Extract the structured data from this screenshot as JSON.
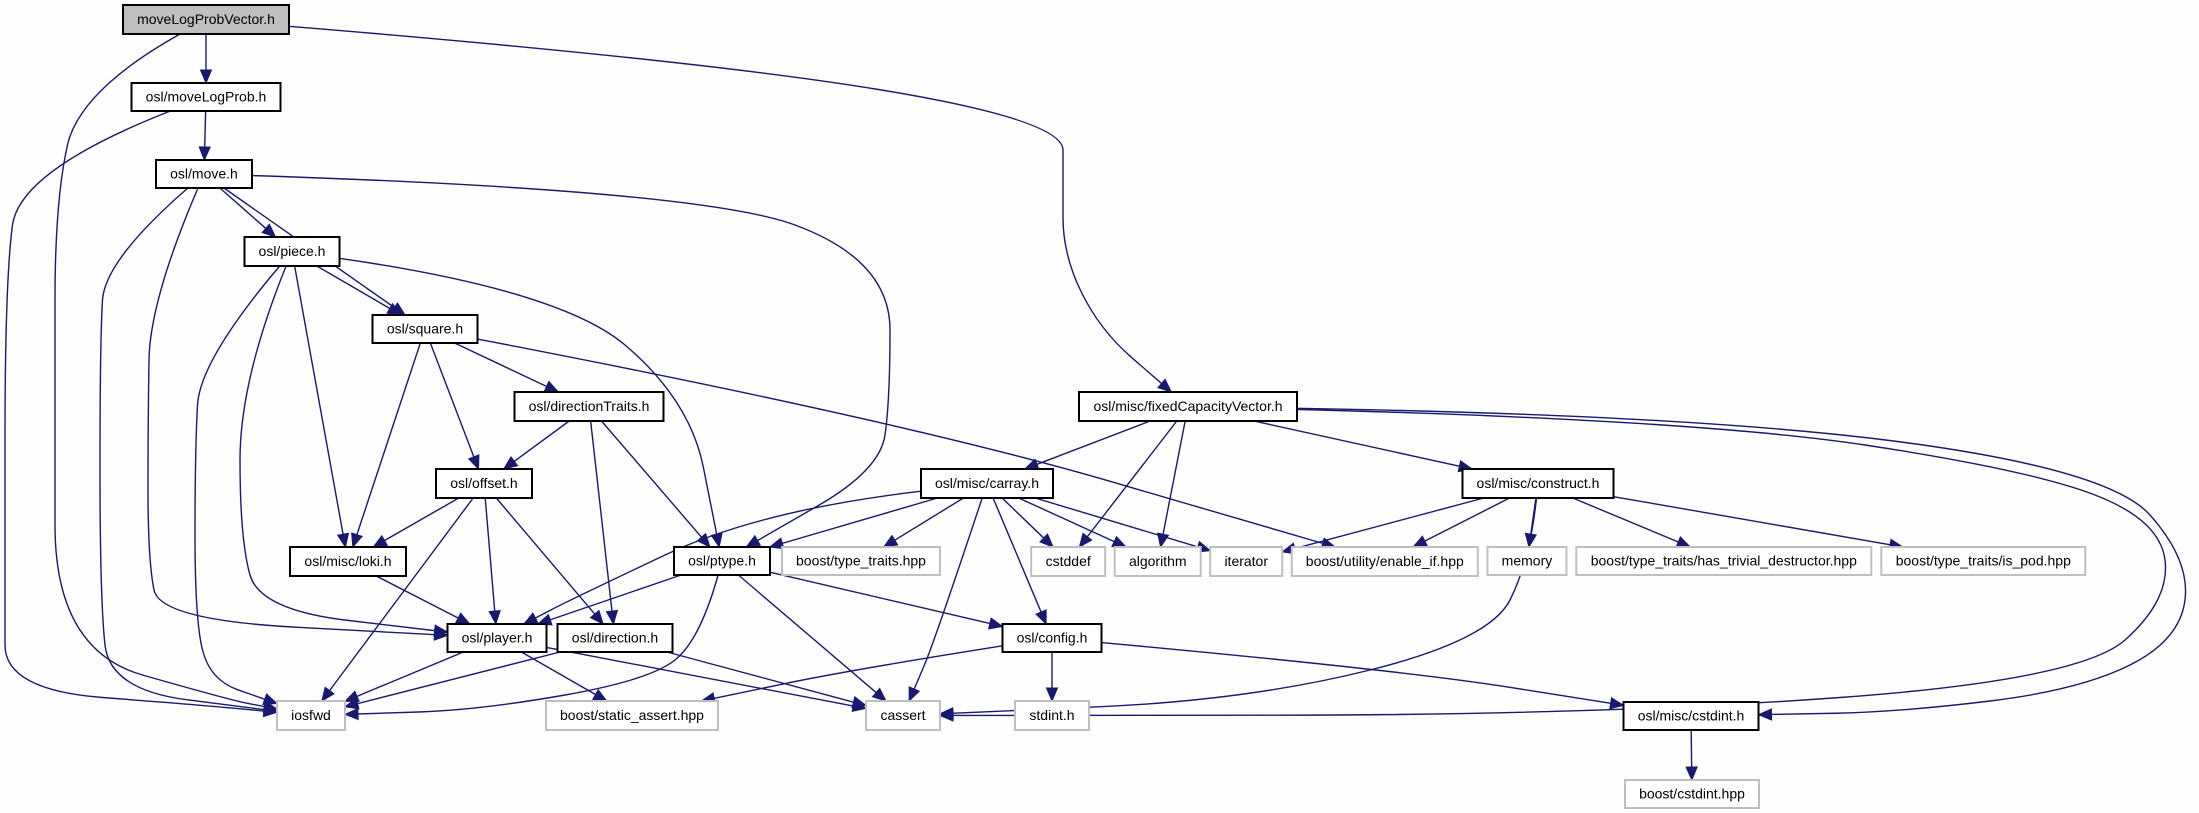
{
  "graph": {
    "title": "moveLogProbVector.h",
    "colors": {
      "edge": "#191970",
      "root_fill": "#bfbfbf",
      "local_border": "#000000",
      "external_border": "#bfbfbf"
    },
    "nodes": [
      {
        "id": "mlpv",
        "label": "moveLogProbVector.h",
        "kind": "root"
      },
      {
        "id": "mlp",
        "label": "osl/moveLogProb.h",
        "kind": "local"
      },
      {
        "id": "move",
        "label": "osl/move.h",
        "kind": "local"
      },
      {
        "id": "piece",
        "label": "osl/piece.h",
        "kind": "local"
      },
      {
        "id": "square",
        "label": "osl/square.h",
        "kind": "local"
      },
      {
        "id": "dirtraits",
        "label": "osl/directionTraits.h",
        "kind": "local"
      },
      {
        "id": "offset",
        "label": "osl/offset.h",
        "kind": "local"
      },
      {
        "id": "loki",
        "label": "osl/misc/loki.h",
        "kind": "local"
      },
      {
        "id": "ptype",
        "label": "osl/ptype.h",
        "kind": "local"
      },
      {
        "id": "player",
        "label": "osl/player.h",
        "kind": "local"
      },
      {
        "id": "direction",
        "label": "osl/direction.h",
        "kind": "local"
      },
      {
        "id": "fcv",
        "label": "osl/misc/fixedCapacityVector.h",
        "kind": "local"
      },
      {
        "id": "carray",
        "label": "osl/misc/carray.h",
        "kind": "local"
      },
      {
        "id": "construct",
        "label": "osl/misc/construct.h",
        "kind": "local"
      },
      {
        "id": "config",
        "label": "osl/config.h",
        "kind": "local"
      },
      {
        "id": "cstdint",
        "label": "osl/misc/cstdint.h",
        "kind": "local"
      },
      {
        "id": "iosfwd",
        "label": "iosfwd",
        "kind": "external"
      },
      {
        "id": "static_assert",
        "label": "boost/static_assert.hpp",
        "kind": "external"
      },
      {
        "id": "cassert",
        "label": "cassert",
        "kind": "external"
      },
      {
        "id": "stdint",
        "label": "stdint.h",
        "kind": "external"
      },
      {
        "id": "boost_cstdint",
        "label": "boost/cstdint.hpp",
        "kind": "external"
      },
      {
        "id": "type_traits",
        "label": "boost/type_traits.hpp",
        "kind": "external"
      },
      {
        "id": "cstddef",
        "label": "cstddef",
        "kind": "external"
      },
      {
        "id": "algorithm",
        "label": "algorithm",
        "kind": "external"
      },
      {
        "id": "iterator",
        "label": "iterator",
        "kind": "external"
      },
      {
        "id": "enable_if",
        "label": "boost/utility/enable_if.hpp",
        "kind": "external"
      },
      {
        "id": "memory",
        "label": "memory",
        "kind": "external"
      },
      {
        "id": "htd",
        "label": "boost/type_traits/has_trivial_destructor.hpp",
        "kind": "external"
      },
      {
        "id": "is_pod",
        "label": "boost/type_traits/is_pod.hpp",
        "kind": "external"
      }
    ],
    "edges": [
      [
        "mlpv",
        "mlp"
      ],
      [
        "mlpv",
        "iosfwd"
      ],
      [
        "mlpv",
        "fcv"
      ],
      [
        "mlp",
        "move"
      ],
      [
        "mlp",
        "iosfwd"
      ],
      [
        "move",
        "piece"
      ],
      [
        "move",
        "square"
      ],
      [
        "move",
        "ptype"
      ],
      [
        "move",
        "player"
      ],
      [
        "move",
        "iosfwd"
      ],
      [
        "piece",
        "square"
      ],
      [
        "piece",
        "loki"
      ],
      [
        "piece",
        "ptype"
      ],
      [
        "piece",
        "player"
      ],
      [
        "piece",
        "iosfwd"
      ],
      [
        "square",
        "dirtraits"
      ],
      [
        "square",
        "offset"
      ],
      [
        "square",
        "loki"
      ],
      [
        "square",
        "enable_if"
      ],
      [
        "dirtraits",
        "offset"
      ],
      [
        "dirtraits",
        "direction"
      ],
      [
        "dirtraits",
        "ptype"
      ],
      [
        "offset",
        "loki"
      ],
      [
        "offset",
        "player"
      ],
      [
        "offset",
        "direction"
      ],
      [
        "offset",
        "iosfwd"
      ],
      [
        "loki",
        "player"
      ],
      [
        "ptype",
        "player"
      ],
      [
        "ptype",
        "config"
      ],
      [
        "ptype",
        "cassert"
      ],
      [
        "ptype",
        "iosfwd"
      ],
      [
        "player",
        "iosfwd"
      ],
      [
        "player",
        "static_assert"
      ],
      [
        "player",
        "cassert"
      ],
      [
        "direction",
        "iosfwd"
      ],
      [
        "direction",
        "cassert"
      ],
      [
        "fcv",
        "carray"
      ],
      [
        "fcv",
        "cstddef"
      ],
      [
        "fcv",
        "algorithm"
      ],
      [
        "fcv",
        "construct"
      ],
      [
        "fcv",
        "cassert"
      ],
      [
        "fcv",
        "cstdint"
      ],
      [
        "carray",
        "player"
      ],
      [
        "carray",
        "ptype"
      ],
      [
        "carray",
        "type_traits"
      ],
      [
        "carray",
        "cstddef"
      ],
      [
        "carray",
        "algorithm"
      ],
      [
        "carray",
        "iterator"
      ],
      [
        "carray",
        "config"
      ],
      [
        "carray",
        "cassert"
      ],
      [
        "construct",
        "iterator"
      ],
      [
        "construct",
        "enable_if"
      ],
      [
        "construct",
        "memory"
      ],
      [
        "construct",
        "htd"
      ],
      [
        "construct",
        "is_pod"
      ],
      [
        "construct",
        "cassert"
      ],
      [
        "config",
        "static_assert"
      ],
      [
        "config",
        "stdint"
      ],
      [
        "config",
        "cstdint"
      ],
      [
        "cstdint",
        "boost_cstdint"
      ]
    ]
  }
}
